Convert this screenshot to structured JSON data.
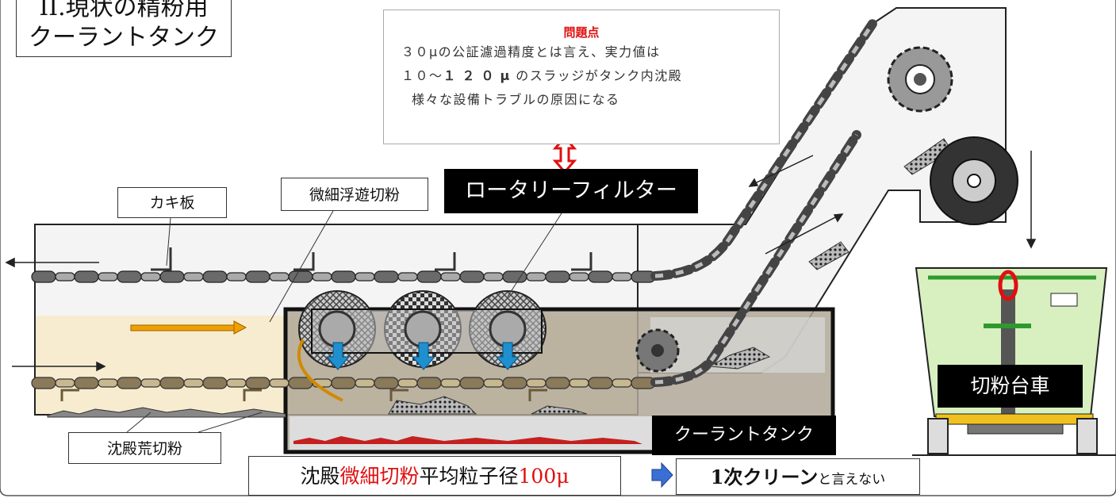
{
  "title": {
    "line1": "II.現状の精粉用",
    "line2": "クーラントタンク"
  },
  "problem": {
    "heading": "問題点",
    "line1": "３０μの公証濾過精度とは言え、実力値は",
    "line2_pre": "１０～",
    "line2_bold": "１２０μ",
    "line2_post": "のスラッジがタンク内沈殿",
    "line3": "様々な設備トラブルの原因になる"
  },
  "labels": {
    "rotary_filter": "ロータリーフィルター",
    "scraper": "カキ板",
    "fine_floating": "微細浮遊切粉",
    "settled_coarse": "沈殿荒切粉",
    "coolant_tank": "クーラントタンク",
    "chip_cart": "切粉台車"
  },
  "bottom": {
    "left_pre": "沈殿",
    "left_red": "微細切粉",
    "left_mid": "平均粒子径",
    "left_red2": "100μ",
    "right_bold": "1次クリーン",
    "right_small": "と言えない"
  },
  "colors": {
    "chain": "#5a5a5a",
    "coolant": "#f8ecd0",
    "tank_dark": "#b0a898",
    "cart": "#d8f0c0",
    "arrow_red": "#e01010",
    "arrow_orange": "#f0a000",
    "arrow_blue": "#1e90d0",
    "label_black": "#000000"
  }
}
